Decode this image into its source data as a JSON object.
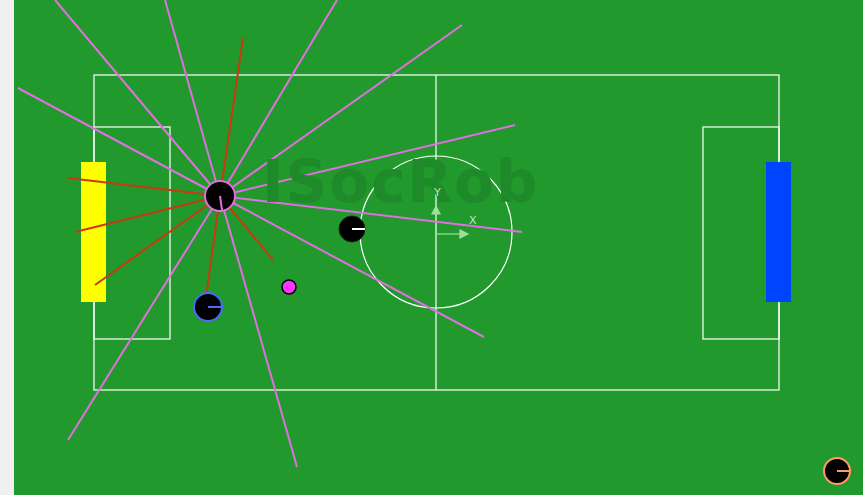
{
  "diagram": {
    "labels": [
      "ISocRob",
      "Y",
      "X"
    ]
  }
}
